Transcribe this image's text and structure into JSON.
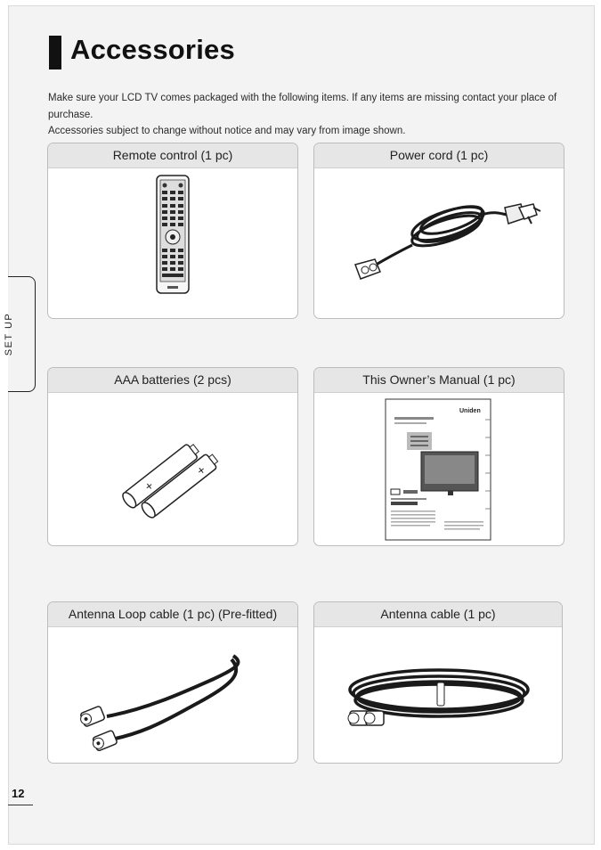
{
  "page": {
    "title": "Accessories",
    "intro_line1": "Make sure your LCD TV comes packaged with the following items. If any items are missing contact your place of purchase.",
    "intro_line2": "Accessories subject to change without notice and may vary from image shown.",
    "side_tab": "SET UP",
    "page_number": "12"
  },
  "items": [
    {
      "label": "Remote control (1 pc)",
      "icon": "remote-control-icon"
    },
    {
      "label": "Power cord (1 pc)",
      "icon": "power-cord-icon"
    },
    {
      "label": "AAA batteries (2 pcs)",
      "icon": "batteries-icon"
    },
    {
      "label": "This Owner’s Manual (1 pc)",
      "icon": "owners-manual-icon"
    },
    {
      "label": "Antenna Loop cable (1 pc) (Pre-fitted)",
      "icon": "antenna-loop-cable-icon"
    },
    {
      "label": "Antenna cable (1 pc)",
      "icon": "antenna-cable-icon"
    }
  ],
  "manual_cover": {
    "brand": "Uniden"
  }
}
